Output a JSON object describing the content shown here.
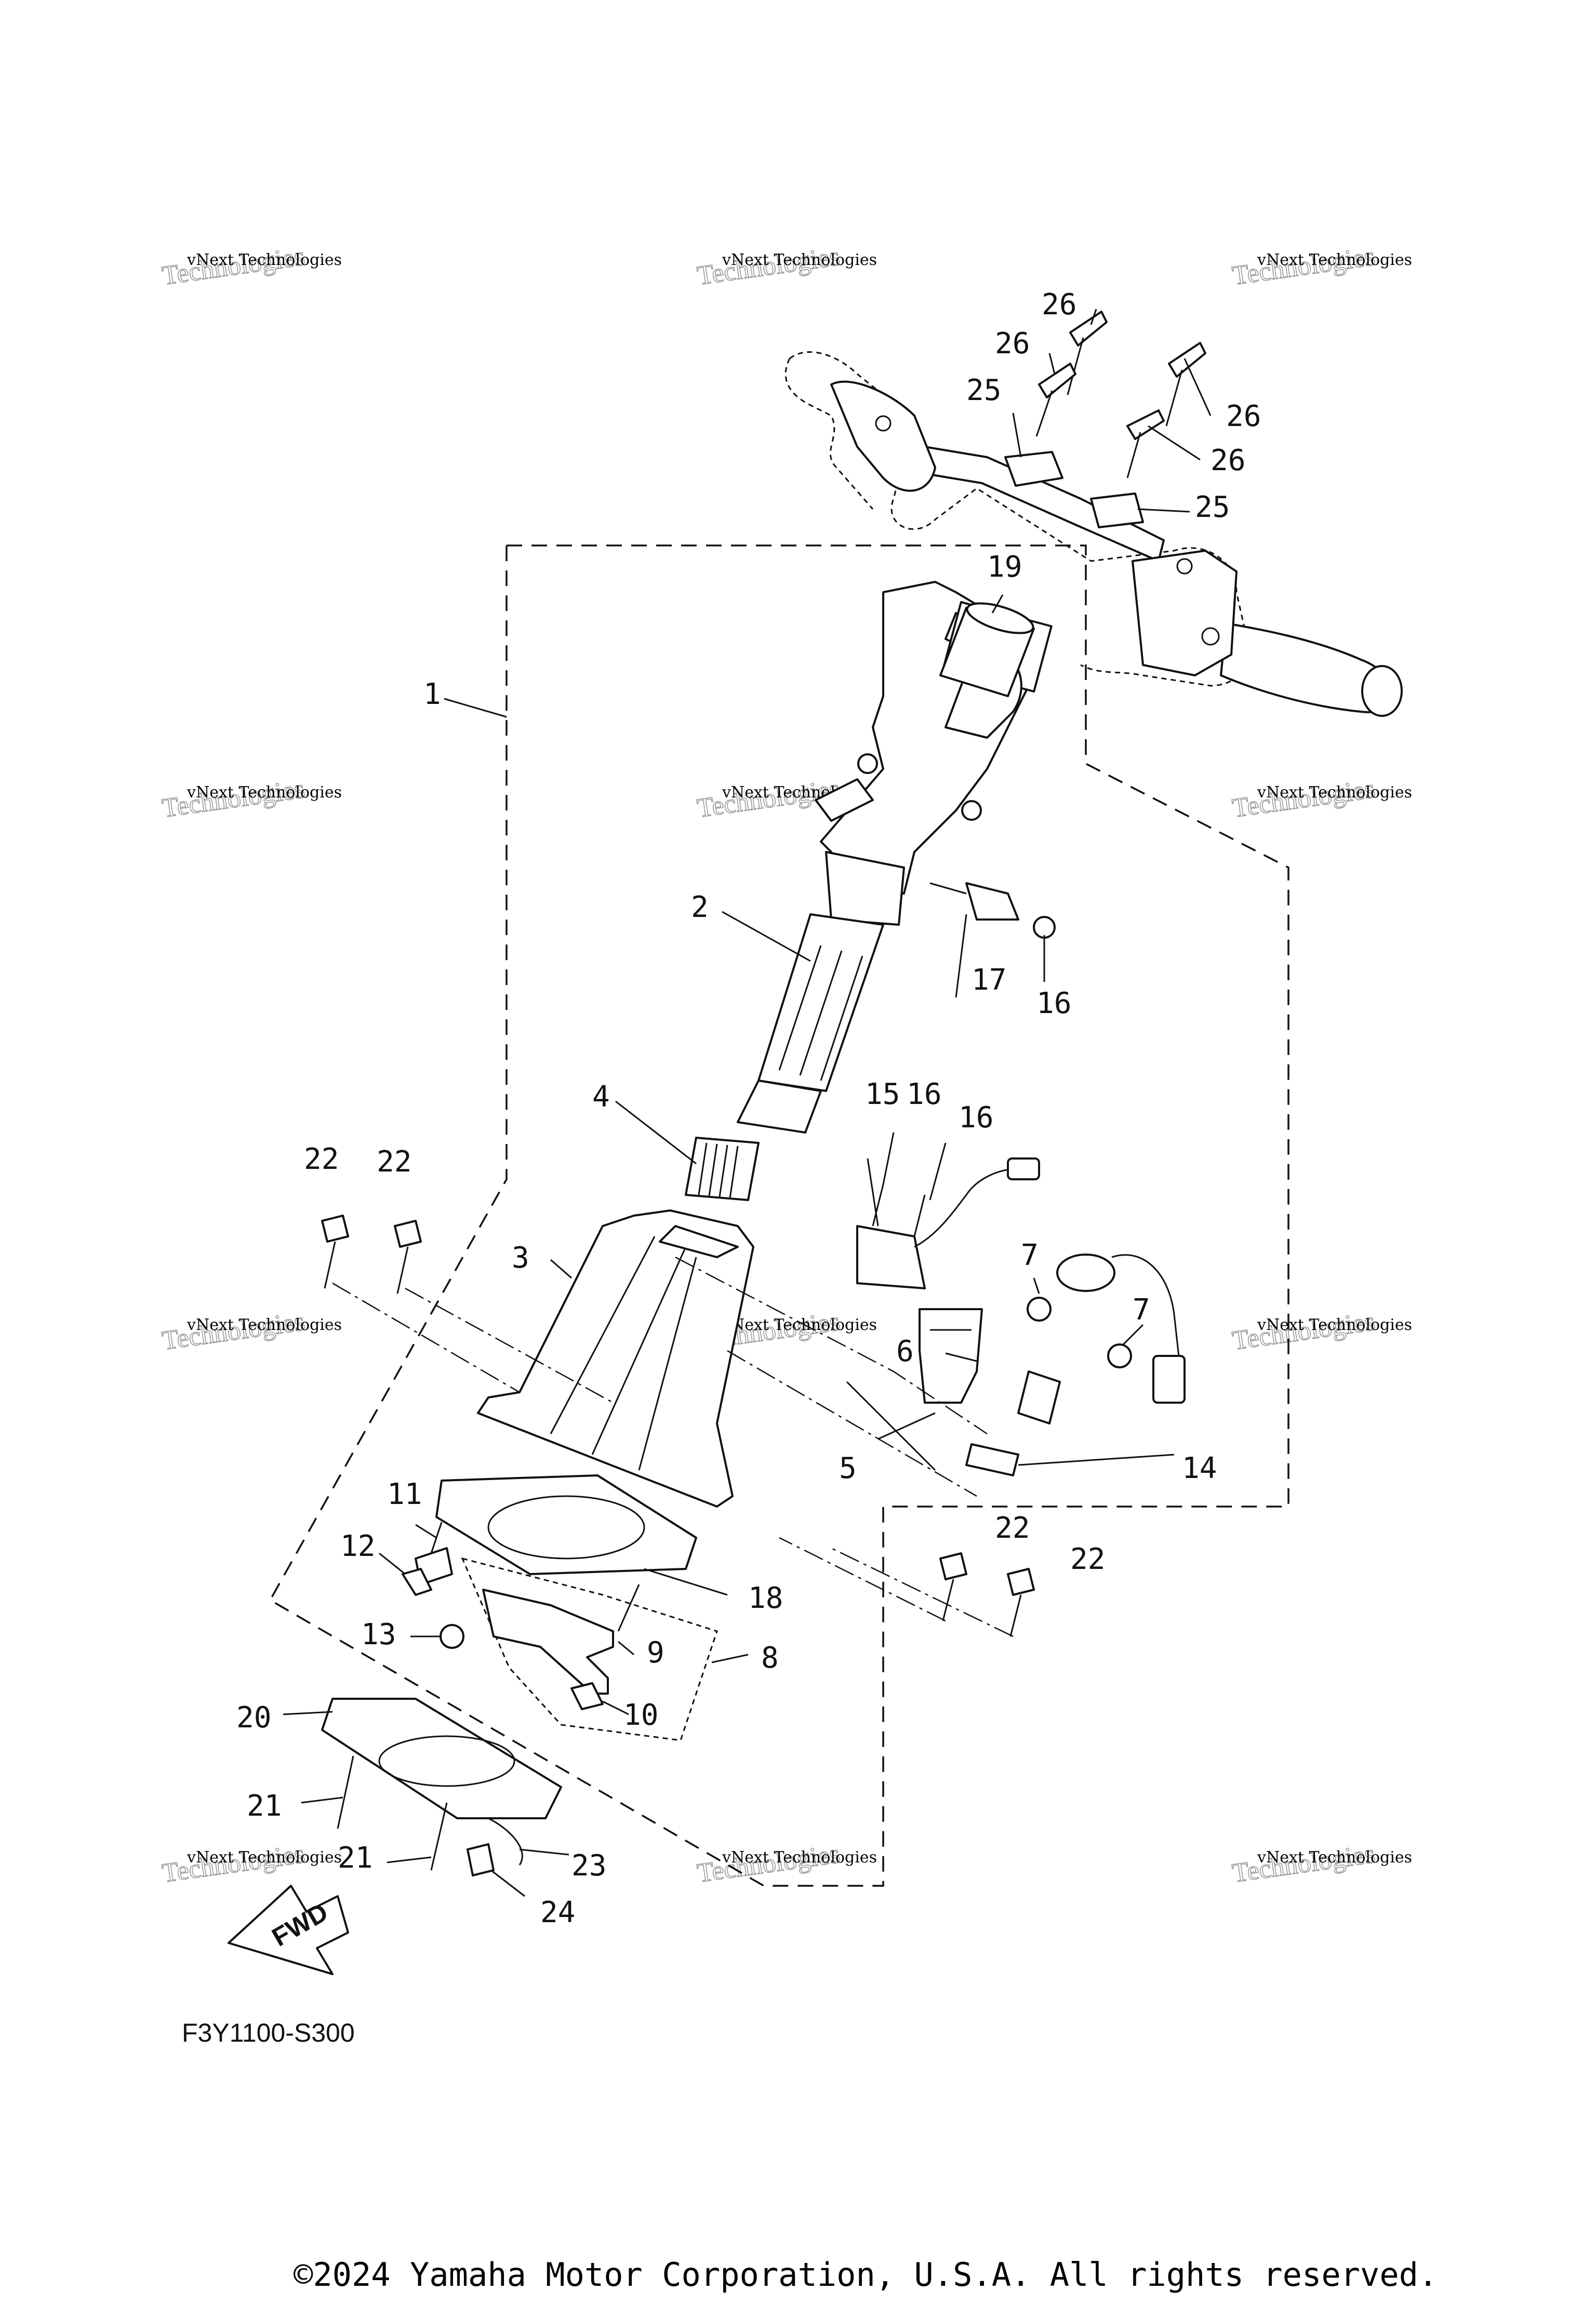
{
  "callouts": [
    "1",
    "2",
    "3",
    "4",
    "5",
    "6",
    "7",
    "7",
    "8",
    "9",
    "10",
    "11",
    "12",
    "13",
    "14",
    "15",
    "16",
    "16",
    "16",
    "17",
    "18",
    "19",
    "20",
    "21",
    "21",
    "22",
    "22",
    "22",
    "22",
    "23",
    "24",
    "25",
    "25",
    "26",
    "26",
    "26",
    "26"
  ],
  "watermark": {
    "line1": "vNext Technologies",
    "line2": "Technologies"
  },
  "fwd_arrow": "FWD",
  "figure_code": "F3Y1100-S300",
  "copyright": "©2024 Yamaha Motor Corporation, U.S.A. All rights reserved."
}
